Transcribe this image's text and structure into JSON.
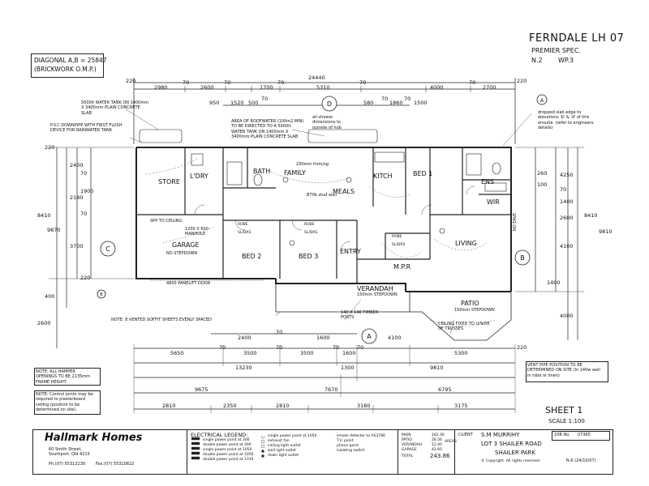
{
  "title_block": {
    "design": "FERNDALE LH 07",
    "spec": "PREMIER SPEC.",
    "n": "N.2",
    "wp": "WP.3"
  },
  "diagonal_note": {
    "line1": "DIAGONAL A,B = 25847",
    "line2": "(BRICKWORK O.M.P.)"
  },
  "rooms": {
    "store": "STORE",
    "ldry": "L'DRY",
    "bath": "BATH",
    "family": "FAMILY",
    "meals": "MEALS",
    "kitch": "KITCH",
    "bed1": "BED 1",
    "ens": "ENS",
    "wir": "WIR",
    "garage": "GARAGE",
    "garage_sub": "NO STEPDOWN",
    "bed2": "BED 2",
    "bed3": "BED 3",
    "entry": "ENTRY",
    "living": "LIVING",
    "mpr": "M.P.R",
    "verandah": "VERANDAH",
    "verandah_sub": "150mm STEPDOWN",
    "patio": "PATIO",
    "patio_sub": "150mm STEPDOWN",
    "robe": "ROBE",
    "sldrs": "SL/DRS"
  },
  "markers": {
    "a": "A",
    "b": "B",
    "c": "C",
    "d": "D"
  },
  "top_dims": {
    "overall": "24440",
    "row1": [
      "2980",
      "70",
      "2600",
      "70",
      "1700",
      "70",
      "5310",
      "70",
      "4000",
      "70",
      "2700"
    ],
    "row2": [
      "950",
      "1520",
      "500",
      "70",
      "580",
      "70",
      "1860",
      "70",
      "1500"
    ],
    "left_edge": "220",
    "right_edge": "220"
  },
  "left_dims": [
    "220",
    "2400",
    "70",
    "1900",
    "2180",
    "70",
    "3700",
    "220",
    "8410",
    "9870",
    "2600",
    "400"
  ],
  "right_dims": [
    "4250",
    "70",
    "1400",
    "2600",
    "4100",
    "8410",
    "9810",
    "4000",
    "1400",
    "260",
    "100"
  ],
  "bottom_dims": {
    "row1": [
      "2400",
      "70",
      "1600",
      "4100"
    ],
    "row2": [
      "5650",
      "70",
      "3500",
      "70",
      "3500",
      "70",
      "1600",
      "70",
      "5300",
      "220"
    ],
    "row3": [
      "13230",
      "1300",
      "9810"
    ],
    "row4": [
      "9675",
      "7670",
      "6795"
    ],
    "row5": [
      "2810",
      "2350",
      "2810",
      "3180",
      "3175"
    ]
  },
  "notes": {
    "water_tank": "5000lt WATER TANK ON 1400mm X 3400mm PLAIN CONCRETE SLAB",
    "downpipe": "P.V.C DOWNPIPE WITH FIRST FLUSH DEVICE FOR RAINWATER TANK",
    "roof_water": "AREA OF ROOFWATER (100m2 MIN) TO BE DIRECTED TO A 5000lt WATER TANK ON 1400mm X 3400mm PLAIN CONCRETE SLAB",
    "shower": "all shower dimensions to outside of hob",
    "slab_edge": "dropped slab edge to elevations 'b' & 'd' of this ensuite. (refer to engineers details)",
    "soffit": "NOTE: 8 VENTED SOFFIT SHEETS EVENLY SPACED",
    "hamper": "NOTE: ALL HAMPER OPENINGS TO BE 2135mm FRAME HEIGHT.",
    "control_joints": "NOTE: Control joints may be required to plasterboard ceiling (position to be determined on site).",
    "vent_pipe": "VENT PIPE POSITION TO BE DETERMINED ON SITE (In 140w wall in robe or linen)",
    "timber_posts": "140 X 140 TIMBER POSTS",
    "ceiling_fixed": "CEILING FIXED TO U/SIDE OF TRUSSES",
    "spp": "SPP TO CEILING",
    "manhole": "1200 X 600 MANHOLE",
    "panel_door": "4800 PANELIFT DOOR",
    "no_eave": "NO EAVE",
    "stud_wall": "230mm from/sg",
    "stud_wall2": "B70b stud wall"
  },
  "sheet": {
    "label": "SHEET 1",
    "scale": "SCALE 1:100"
  },
  "footer": {
    "company": "Hallmark Homes",
    "address1": "60 Smith Street,",
    "address2": "Southport. Qld 4215",
    "phone": "Ph.(07) 55313130",
    "fax": "Fax.(07) 55310822",
    "legend_title": "ELECTRICAL LEGEND:",
    "legend_items": [
      "single power point at 300",
      "double power point at 300",
      "single power point at 1050",
      "double power point at 1050",
      "double power point at 1310",
      "single power point at 1050",
      "exhaust fan",
      "ceiling light outlet",
      "wall light outlet",
      "down light outlet",
      "smoke detector to AS3786",
      "T.V. point",
      "phone point",
      "isolating switch"
    ],
    "areas": [
      {
        "name": "MAIN",
        "value": "162.30"
      },
      {
        "name": "PATIO",
        "value": "26.56"
      },
      {
        "name": "VERANDAH",
        "value": "12.40"
      },
      {
        "name": "GARAGE",
        "value": "42.60"
      },
      {
        "name": "TOTAL",
        "value": "243.86"
      }
    ],
    "areas_label": "AREAS",
    "client_label": "CLIENT",
    "client": "S.M MURRIHY",
    "lot": "LOT 3 SHAILER ROAD",
    "suburb": "SHAILER PARK",
    "job_label": "JOB No.",
    "job_no": "07365",
    "drawn": "N.K (24/10/07)",
    "copyright": "© Copyright. All rights reserved."
  }
}
